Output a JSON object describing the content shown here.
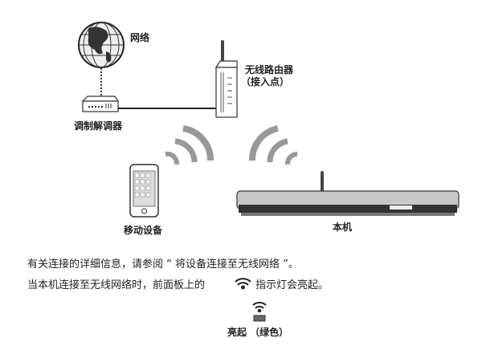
{
  "labels": {
    "internet": "网络",
    "modem": "调制解调器",
    "router_line1": "无线路由器",
    "router_line2": "（接入点）",
    "mobile_device": "移动设备",
    "this_unit": "本机"
  },
  "notes": {
    "line1": "有关连接的详细信息，请参阅 “ 将设备连接至无线网络 ”。",
    "line2_before": "当本机连接至无线网络时，前面板上的",
    "line2_after": "指示灯会亮起。"
  },
  "indicator": {
    "label": "亮起 （绿色）"
  },
  "icons": [
    "globe-icon",
    "modem-icon",
    "router-icon",
    "phone-icon",
    "soundbar-icon",
    "wifi-icon",
    "indicator-led-icon"
  ]
}
